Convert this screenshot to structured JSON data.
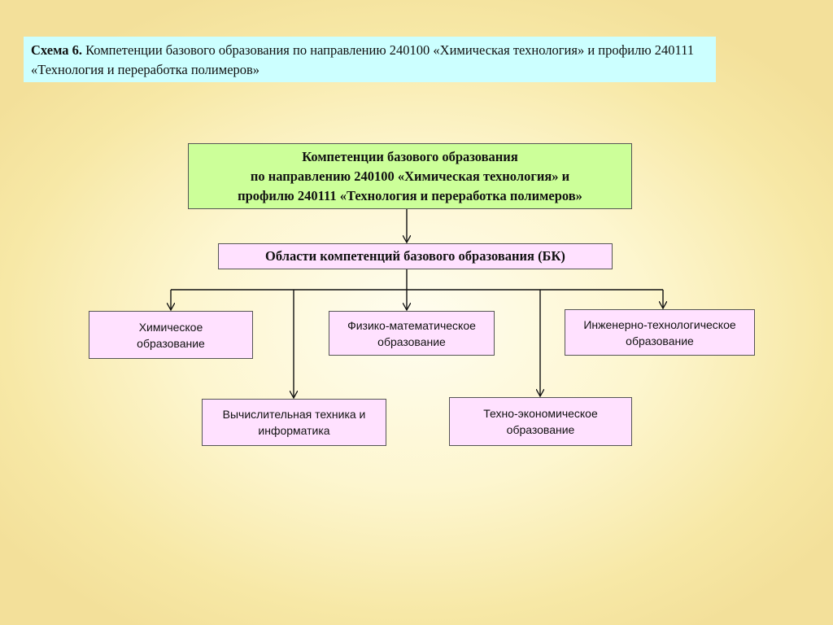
{
  "caption": {
    "label": "Схема 6.",
    "text": "Компетенции базового образования по направлению 240100 «Химическая технология» и профилю 240111 «Технология и переработка полимеров»"
  },
  "diagram": {
    "root": {
      "line1": "Компетенции базового образования",
      "line2": "по направлению 240100 «Химическая технология» и",
      "line3": "профилю 240111 «Технология и переработка полимеров»"
    },
    "areas": "Области компетенций базового образования (БК)",
    "leaves": [
      {
        "line1": "Химическое",
        "line2": "образование"
      },
      {
        "line1": "Физико-математическое",
        "line2": "образование"
      },
      {
        "line1": "Инженерно-технологическое",
        "line2": "образование"
      },
      {
        "line1": "Вычислительная техника и",
        "line2": "информатика"
      },
      {
        "line1": "Техно-экономическое",
        "line2": "образование"
      }
    ]
  }
}
